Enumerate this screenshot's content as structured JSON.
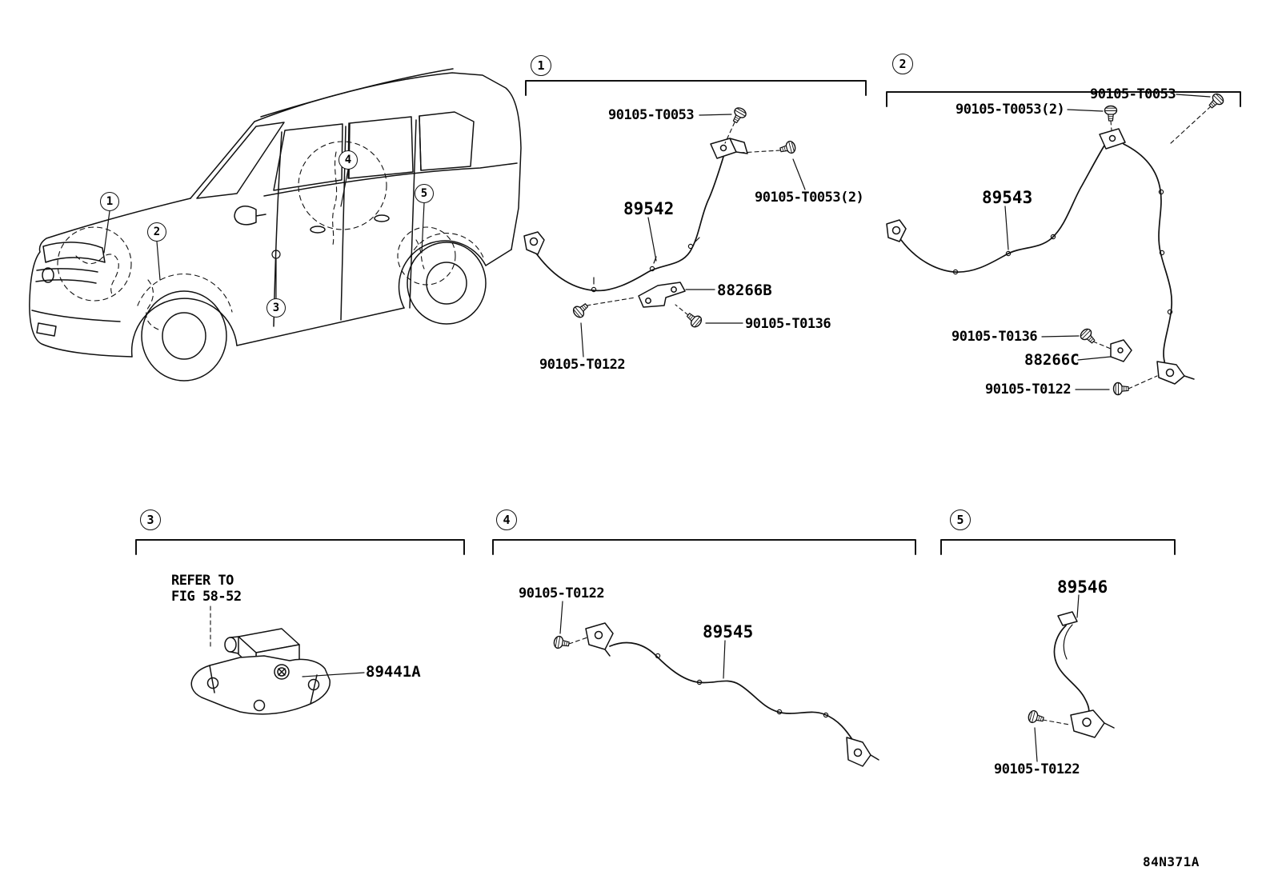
{
  "diagram_code": "84N371A",
  "vehicle": {
    "callouts": {
      "c1": "1",
      "c2": "2",
      "c3": "3",
      "c4": "4",
      "c5": "5"
    }
  },
  "sections": {
    "s1": {
      "number": "1",
      "labels": {
        "bolt_top": "90105-T0053",
        "bolt_right": "90105-T0053(2)",
        "harness": "89542",
        "bracket": "88266B",
        "bolt_mid": "90105-T0136",
        "bolt_low": "90105-T0122"
      }
    },
    "s2": {
      "number": "2",
      "labels": {
        "bolt_topright": "90105-T0053",
        "bolt_top": "90105-T0053(2)",
        "harness": "89543",
        "bolt_mid": "90105-T0136",
        "bracket": "88266C",
        "bolt_low": "90105-T0122"
      }
    },
    "s3": {
      "number": "3",
      "labels": {
        "refer_line1": "REFER TO",
        "refer_line2": "FIG 58-52",
        "part": "89441A"
      }
    },
    "s4": {
      "number": "4",
      "labels": {
        "bolt": "90105-T0122",
        "harness": "89545"
      }
    },
    "s5": {
      "number": "5",
      "labels": {
        "harness": "89546",
        "bolt": "90105-T0122"
      }
    }
  }
}
